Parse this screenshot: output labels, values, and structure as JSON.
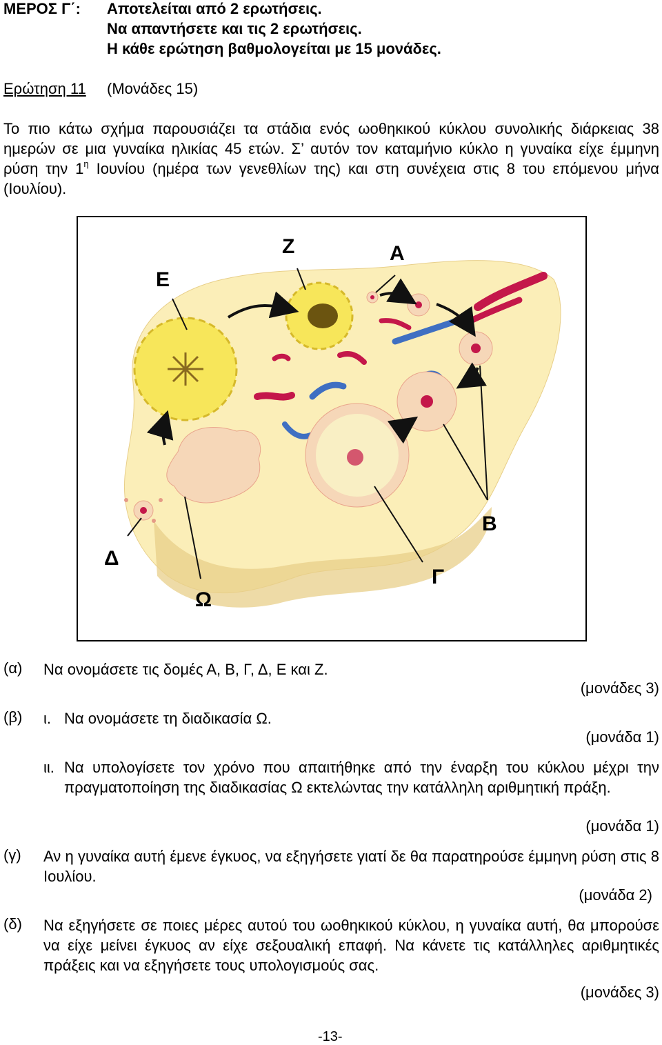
{
  "header": {
    "part_label": "ΜΕΡΟΣ Γ΄:",
    "lines": [
      "Αποτελείται από 2 ερωτήσεις.",
      "Να απαντήσετε και τις 2 ερωτήσεις.",
      "Η κάθε ερώτηση βαθμολογείται με 15 μονάδες."
    ]
  },
  "question": {
    "title": "Ερώτηση 11",
    "marks": "(Μονάδες 15)",
    "intro_part1": "Το πιο κάτω σχήμα παρουσιάζει τα στάδια ενός ωοθηκικού κύκλου συνολικής διάρκειας 38 ημερών σε μια γυναίκα ηλικίας 45 ετών. Σ’ αυτόν τον καταμήνιο κύκλο η γυναίκα είχε έμμηνη ρύση την 1",
    "intro_sup": "η",
    "intro_part2": " Ιουνίου (ημέρα των γενεθλίων της) και στη συνέχεια στις 8 του επόμενου μήνα (Ιουλίου)."
  },
  "figure": {
    "labels": {
      "E": "Ε",
      "Z": "Ζ",
      "A": "Α",
      "B": "Β",
      "Delta": "Δ",
      "Gamma": "Γ",
      "Omega": "Ω"
    },
    "colors": {
      "tissue": "#fbeeb8",
      "tissue_edge": "#e8cf8a",
      "corpus_luteum": "#f7e65a",
      "follicle": "#f6d7b8",
      "follicle_edge": "#e9a58c",
      "vessel_red": "#c4174a",
      "vessel_blue": "#3f6fc2",
      "arrow": "#111111"
    }
  },
  "subquestions": {
    "a": {
      "num": "(α)",
      "text": "Να ονομάσετε τις δομές Α, Β, Γ, Δ, Ε και Ζ.",
      "marks": "(μονάδες 3)"
    },
    "b": {
      "num": "(β)",
      "i_num": "ι.",
      "i_text": "Να ονομάσετε τη διαδικασία Ω.",
      "i_marks": "(μονάδα 1)",
      "ii_num": "ιι.",
      "ii_text": "Να υπολογίσετε τον χρόνο που απαιτήθηκε από την έναρξη του κύκλου μέχρι την πραγματοποίηση της διαδικασίας Ω εκτελώντας την κατάλληλη αριθμητική πράξη.",
      "ii_marks": "(μονάδα 1)"
    },
    "c": {
      "num": "(γ)",
      "text": "Αν η γυναίκα αυτή έμενε έγκυος, να εξηγήσετε γιατί δε θα παρατηρούσε έμμηνη ρύση στις 8 Ιουλίου.",
      "marks": "(μονάδα 2)"
    },
    "d": {
      "num": "(δ)",
      "text": "Να εξηγήσετε σε ποιες μέρες αυτού του ωοθηκικού κύκλου, η γυναίκα αυτή, θα μπορούσε να είχε μείνει έγκυος αν είχε σεξουαλική επαφή. Να κάνετε τις κατάλληλες αριθμητικές πράξεις και να εξηγήσετε τους υπολογισμούς σας.",
      "marks": "(μονάδες 3)"
    }
  },
  "footer": {
    "page": "-13-"
  }
}
